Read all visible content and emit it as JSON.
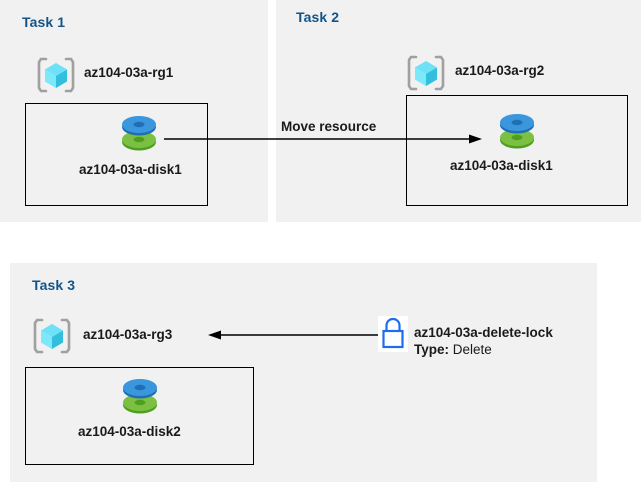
{
  "diagram": {
    "title": "Azure resource group tasks diagram",
    "colors": {
      "panel_background": "#f1f1f1",
      "page_background": "#ffffff",
      "heading_blue": "#135488",
      "text_black": "#1a1a1a",
      "box_border": "#000000",
      "cube_cyan": "#50e6ff",
      "cube_cyan_dark": "#32bedd",
      "bracket_gray": "#a0a0a0",
      "disk_blue": "#3a96dd",
      "disk_green": "#6bb72b",
      "lock_blue": "#1e6cf0"
    }
  },
  "tasks": [
    {
      "id": "task1",
      "title": "Task 1",
      "resource_group": {
        "label": "az104-03a-rg1",
        "icon": "resource-group-icon"
      },
      "resource": {
        "label": "az104-03a-disk1",
        "icon": "managed-disk-icon"
      }
    },
    {
      "id": "task2",
      "title": "Task 2",
      "resource_group": {
        "label": "az104-03a-rg2",
        "icon": "resource-group-icon"
      },
      "resource": {
        "label": "az104-03a-disk1",
        "icon": "managed-disk-icon"
      }
    },
    {
      "id": "task3",
      "title": "Task 3",
      "resource_group": {
        "label": "az104-03a-rg3",
        "icon": "resource-group-icon"
      },
      "resource": {
        "label": "az104-03a-disk2",
        "icon": "managed-disk-icon"
      },
      "lock": {
        "name": "az104-03a-delete-lock",
        "type_key": "Type:",
        "type_value": "Delete",
        "icon": "lock-icon"
      }
    }
  ],
  "connectors": {
    "move_resource": {
      "label": "Move resource",
      "direction": "right",
      "from": "task1-disk1",
      "to": "task2-disk1"
    },
    "lock_applies": {
      "label": "",
      "direction": "left",
      "from": "delete-lock",
      "to": "task3-rg3"
    }
  }
}
